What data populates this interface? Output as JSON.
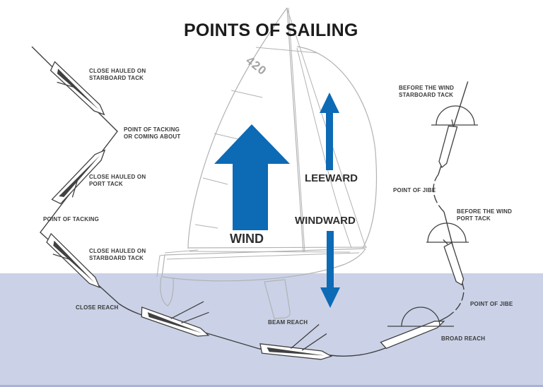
{
  "title": "POINTS OF SAILING",
  "sail_logo": "420",
  "arrows": {
    "wind_label": "WIND",
    "leeward_label": "LEEWARD",
    "windward_label": "WINDWARD"
  },
  "course_labels": {
    "close_hauled_starboard": "CLOSE HAULED ON\nSTARBOARD TACK",
    "point_of_tacking_full": "POINT OF TACKING\nOR COMING ABOUT",
    "close_hauled_port": "CLOSE HAULED ON\nPORT TACK",
    "point_of_tacking": "POINT OF TACKING",
    "close_reach": "CLOSE REACH",
    "beam_reach": "BEAM REACH",
    "broad_reach": "BROAD REACH",
    "point_of_jibe": "POINT OF JIBE",
    "before_wind_starboard": "BEFORE THE WIND\nSTARBOARD TACK",
    "before_wind_port": "BEFORE THE WIND\nPORT TACK"
  },
  "colors": {
    "arrow_blue": "#0d6ab5",
    "water": "#cbd2e7",
    "water_edge": "#a7b2d4",
    "course_line": "#414042",
    "label_text": "#3a3a3a",
    "boat_gray": "#b1b2b4",
    "logo_gray": "#a3a3a5"
  }
}
